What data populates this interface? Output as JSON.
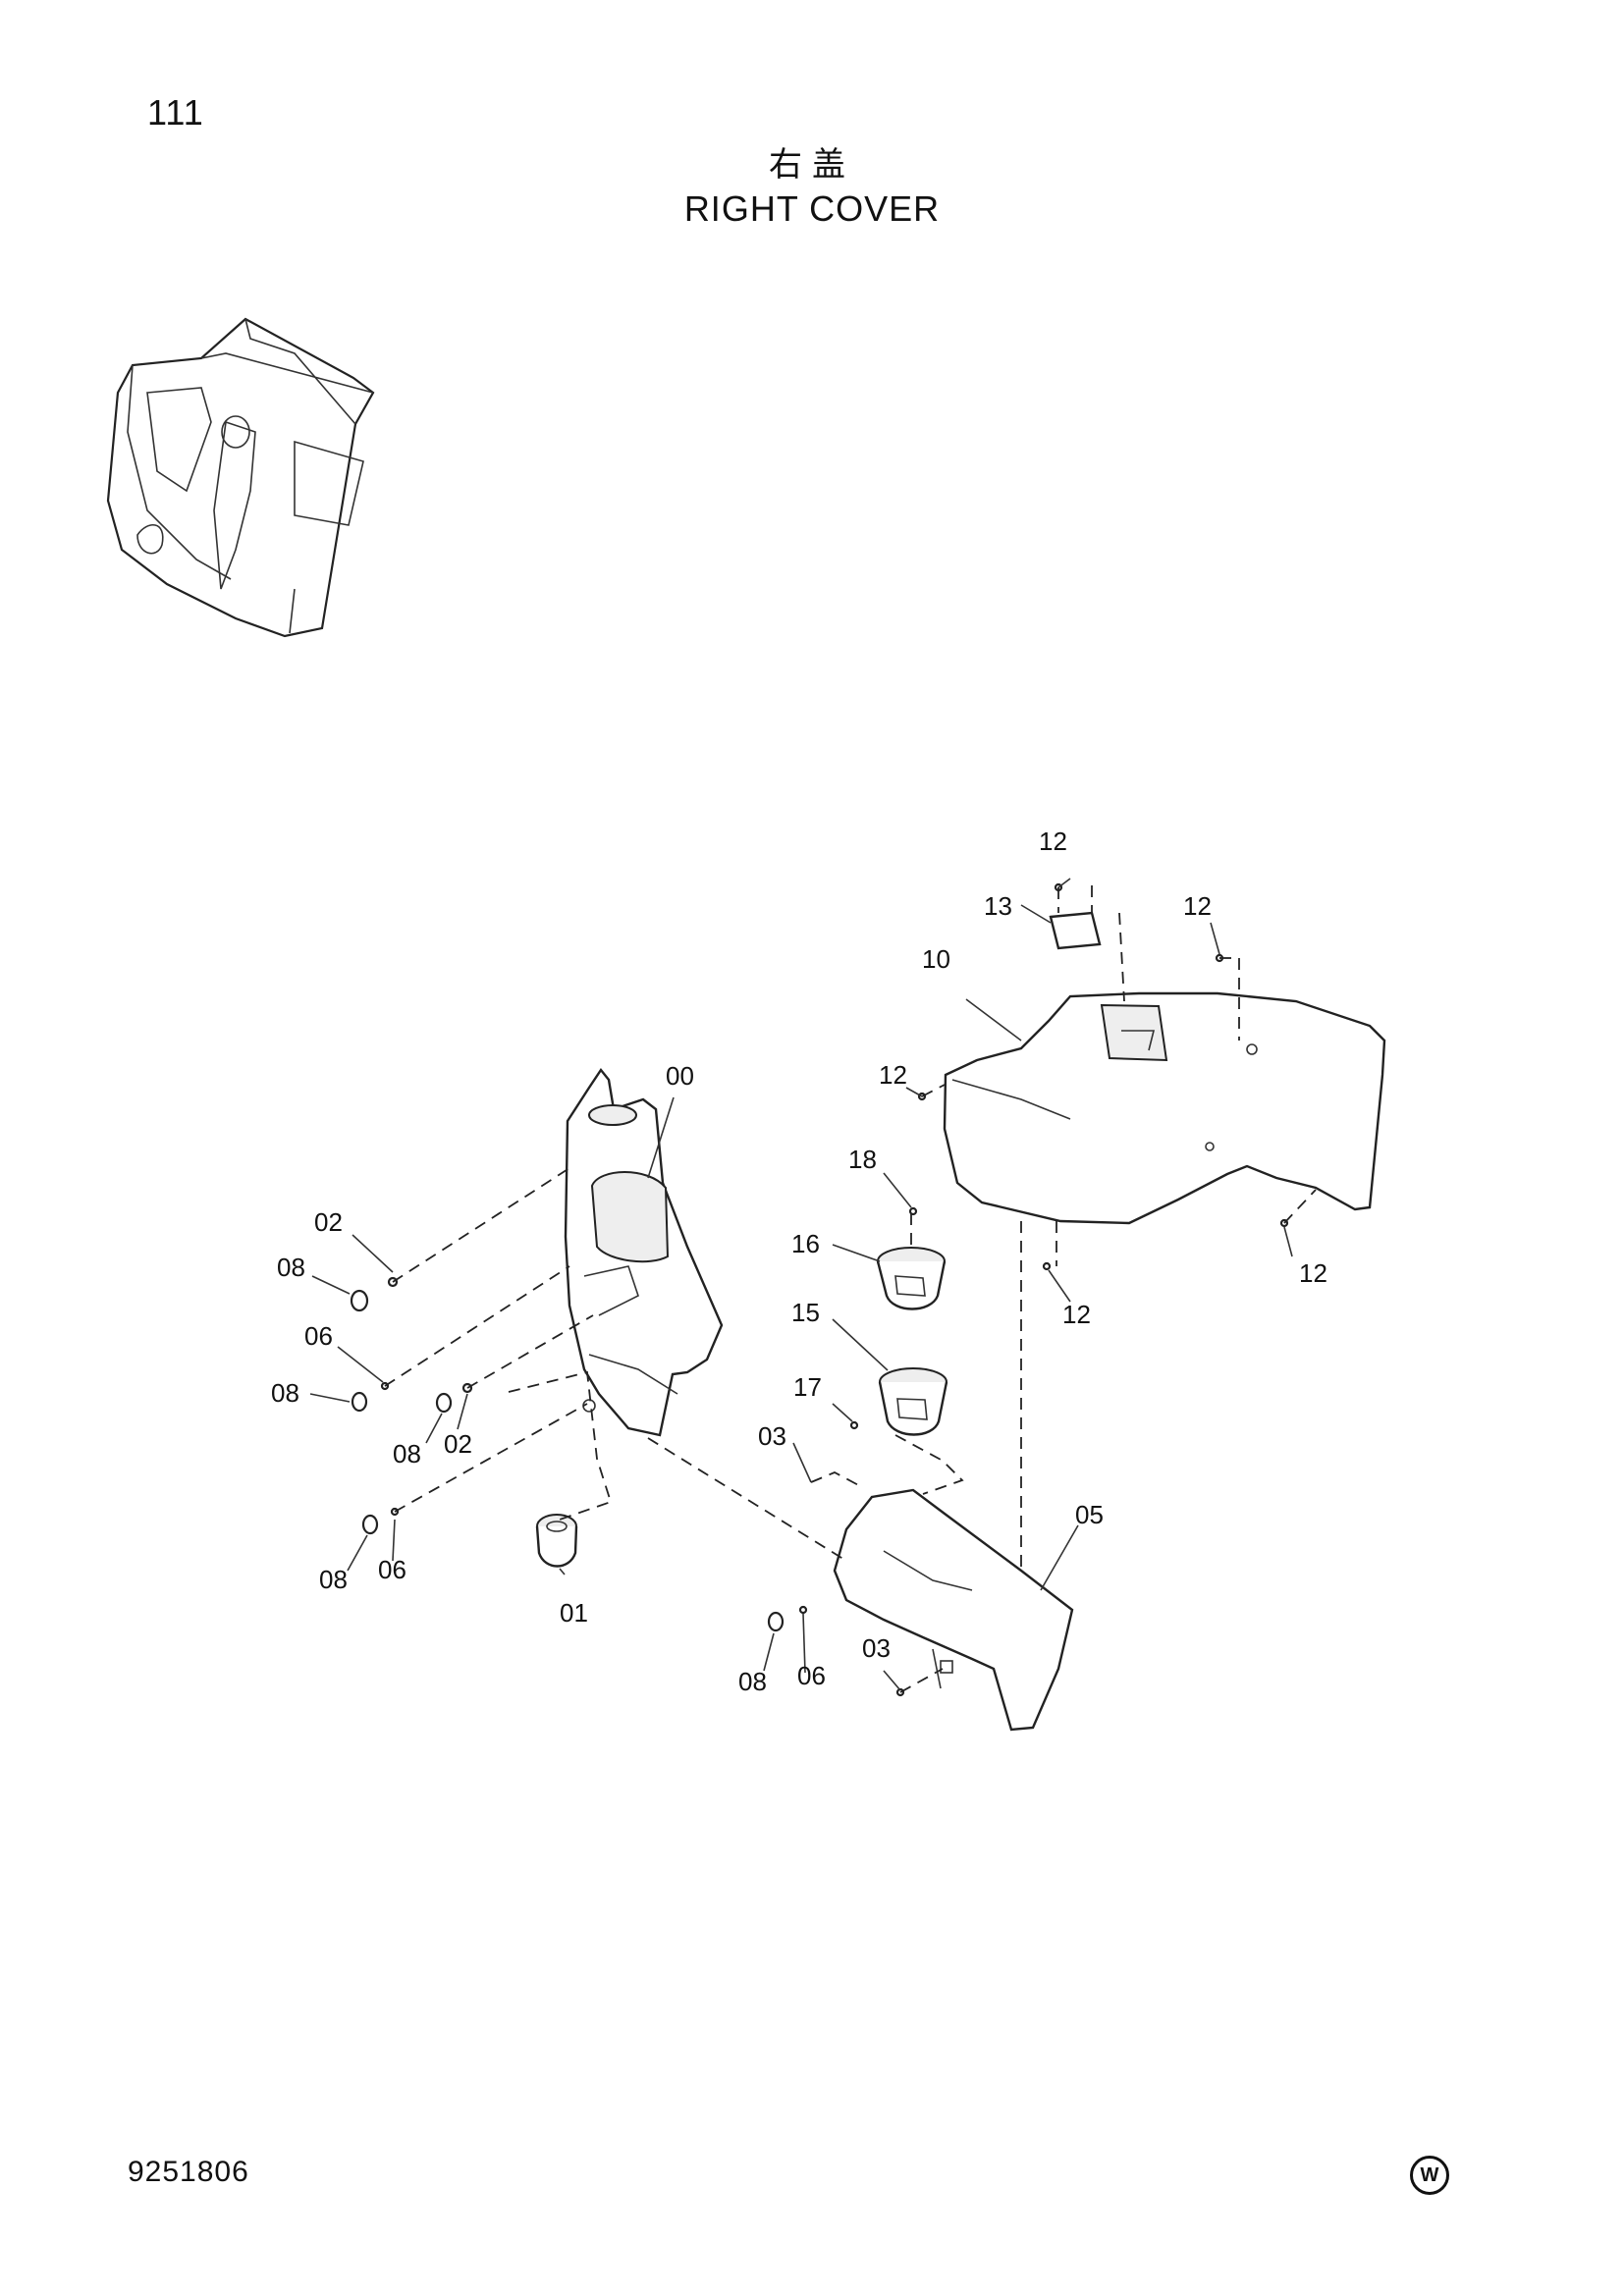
{
  "page_number": "111",
  "title_cn": "右盖",
  "title_en": "RIGHT COVER",
  "doc_number": "9251806",
  "brand_mark": "W",
  "callouts": {
    "c00": "00",
    "c01": "01",
    "c02a": "02",
    "c02b": "02",
    "c03a": "03",
    "c03b": "03",
    "c05": "05",
    "c06a": "06",
    "c06b": "06",
    "c06c": "06",
    "c08a": "08",
    "c08b": "08",
    "c08c": "08",
    "c08d": "08",
    "c08e": "08",
    "c10": "10",
    "c12a": "12",
    "c12b": "12",
    "c12c": "12",
    "c12d": "12",
    "c12e": "12",
    "c13": "13",
    "c15": "15",
    "c16": "16",
    "c17": "17",
    "c18": "18"
  }
}
